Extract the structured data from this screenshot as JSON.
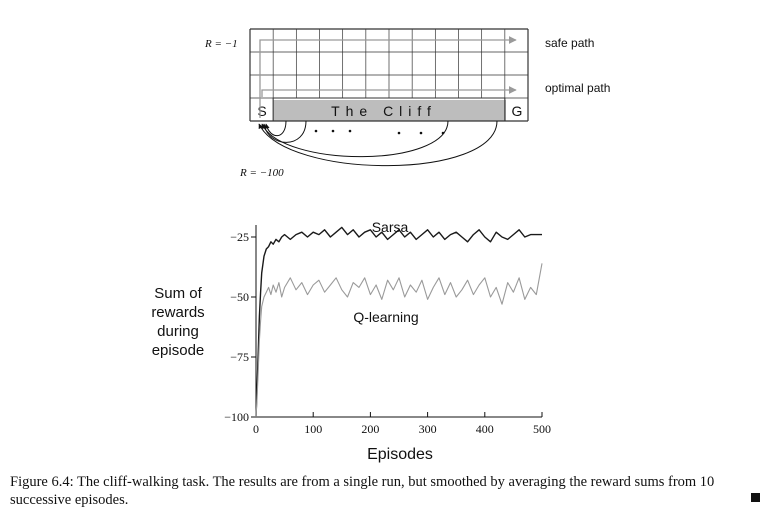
{
  "gridworld": {
    "reward_step": "R = −1",
    "reward_cliff": "R = −100",
    "start_label": "S",
    "goal_label": "G",
    "cliff_label": "The Cliff",
    "safe_path_label": "safe path",
    "optimal_path_label": "optimal path",
    "grid_rows": 4,
    "grid_cols": 12
  },
  "chart_data": {
    "type": "line",
    "title": "",
    "xlabel": "Episodes",
    "ylabel": "Sum of rewards during episode",
    "ylabel_lines": [
      "Sum of",
      "rewards",
      "during",
      "episode"
    ],
    "xlim": [
      0,
      500
    ],
    "ylim": [
      -100,
      -20
    ],
    "xticks": [
      0,
      100,
      200,
      300,
      400,
      500
    ],
    "yticks": [
      -25,
      -50,
      -75,
      -100
    ],
    "grid": false,
    "colors": {
      "Sarsa": "#1a1a1a",
      "Q-learning": "#9a9a9a"
    },
    "series": [
      {
        "name": "Sarsa",
        "x": [
          0,
          2,
          4,
          6,
          8,
          10,
          14,
          18,
          22,
          26,
          30,
          35,
          40,
          45,
          50,
          60,
          70,
          80,
          90,
          100,
          110,
          120,
          130,
          140,
          150,
          160,
          170,
          180,
          190,
          200,
          210,
          220,
          230,
          240,
          250,
          260,
          270,
          280,
          290,
          300,
          310,
          320,
          330,
          340,
          350,
          360,
          370,
          380,
          390,
          400,
          410,
          420,
          430,
          440,
          450,
          460,
          470,
          480,
          490,
          500
        ],
        "y": [
          -100,
          -88,
          -72,
          -58,
          -48,
          -40,
          -33,
          -30,
          -29,
          -27,
          -28,
          -26,
          -27,
          -25,
          -24,
          -26,
          -24,
          -23,
          -25,
          -23,
          -24,
          -22,
          -25,
          -23,
          -21,
          -24,
          -22,
          -25,
          -23,
          -22,
          -25,
          -23,
          -26,
          -24,
          -22,
          -25,
          -23,
          -26,
          -24,
          -22,
          -25,
          -23,
          -26,
          -24,
          -23,
          -25,
          -27,
          -24,
          -22,
          -25,
          -27,
          -23,
          -25,
          -26,
          -24,
          -22,
          -25,
          -24,
          -24,
          -24
        ]
      },
      {
        "name": "Q-learning",
        "x": [
          0,
          2,
          4,
          6,
          8,
          10,
          14,
          18,
          22,
          26,
          30,
          35,
          40,
          45,
          50,
          60,
          70,
          80,
          90,
          100,
          110,
          120,
          130,
          140,
          150,
          160,
          170,
          180,
          190,
          200,
          210,
          220,
          230,
          240,
          250,
          260,
          270,
          280,
          290,
          300,
          310,
          320,
          330,
          340,
          350,
          360,
          370,
          380,
          390,
          400,
          410,
          420,
          430,
          440,
          450,
          460,
          470,
          480,
          490,
          500
        ],
        "y": [
          -100,
          -92,
          -80,
          -68,
          -60,
          -54,
          -50,
          -48,
          -46,
          -49,
          -45,
          -48,
          -44,
          -50,
          -46,
          -42,
          -47,
          -44,
          -49,
          -45,
          -43,
          -48,
          -45,
          -42,
          -47,
          -50,
          -44,
          -46,
          -42,
          -49,
          -45,
          -51,
          -43,
          -47,
          -42,
          -50,
          -45,
          -48,
          -43,
          -51,
          -46,
          -42,
          -49,
          -44,
          -50,
          -47,
          -43,
          -49,
          -45,
          -42,
          -50,
          -46,
          -53,
          -44,
          -48,
          -42,
          -51,
          -46,
          -49,
          -36
        ]
      }
    ],
    "series_labels": {
      "Sarsa": "Sarsa",
      "Q-learning": "Q-learning"
    }
  },
  "caption": {
    "text": "Figure 6.4: The cliff-walking task. The results are from a single run, but smoothed by averaging the reward sums from 10 successive episodes."
  }
}
